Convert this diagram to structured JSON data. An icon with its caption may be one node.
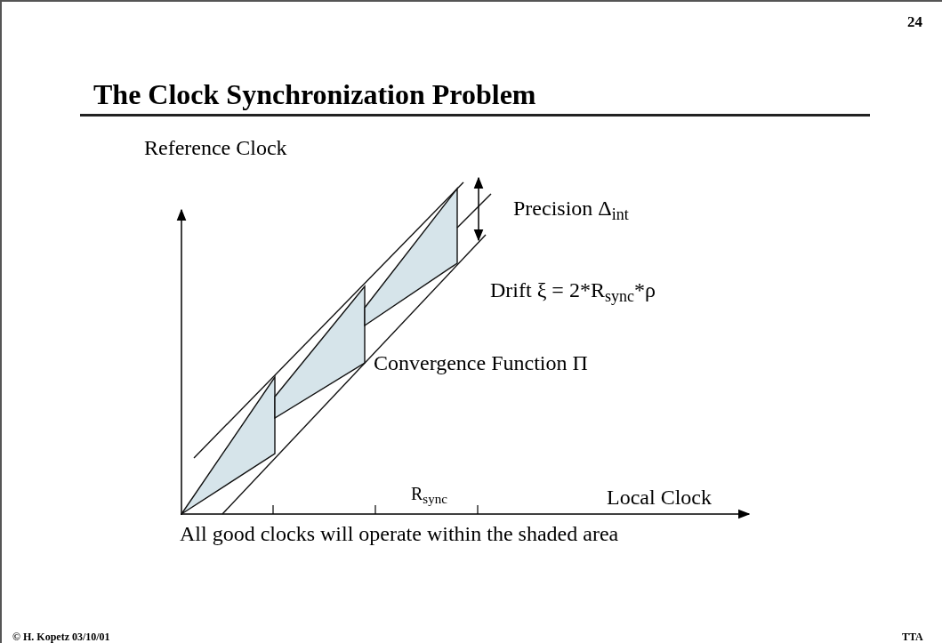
{
  "diagram": {
    "title": "The Clock Synchronization Problem",
    "caption": "All good clocks will operate within the shaded area",
    "labels": [
      "24",
      "Reference Clock",
      "Precision Δ$_{int}$",
      "Drift  ξ = 2*R$_{sync}$*ρ",
      "Convergence Function Π",
      "R$_{sync}$",
      "Local Clock",
      "© H. Kopetz 03/10/01",
      "TTA"
    ]
  }
}
